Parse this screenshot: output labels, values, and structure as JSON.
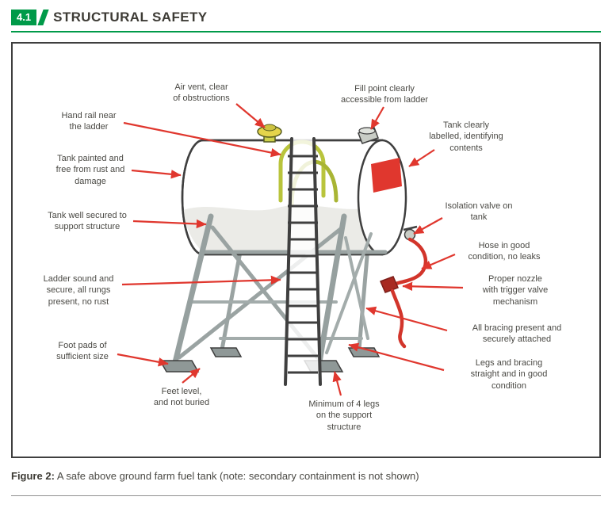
{
  "header": {
    "section_number": "4.1",
    "title": "STRUCTURAL SAFETY"
  },
  "colors": {
    "accent_green": "#009A49",
    "arrow_red": "#E0372E"
  },
  "diagram": {
    "labels": [
      "Air vent, clear\nof obstructions",
      "Fill point clearly\naccessible from ladder",
      "Hand rail near\nthe ladder",
      "Tank clearly\nlabelled, identifying\ncontents",
      "Tank painted and\nfree from rust and\ndamage",
      "Isolation valve on\ntank",
      "Tank well secured to\nsupport structure",
      "Hose in good\ncondition, no leaks",
      "Ladder sound and\nsecure, all rungs\npresent, no rust",
      "Proper nozzle\nwith trigger valve\nmechanism",
      "All bracing present and\nsecurely attached",
      "Foot pads of\nsufficient size",
      "Legs and bracing\nstraight and in good\ncondition",
      "Feet level,\nand not buried",
      "Minimum of 4 legs\non the support\nstructure"
    ]
  },
  "caption": {
    "label": "Figure 2:",
    "text": "A safe above ground farm fuel tank (note: secondary containment is not shown)"
  }
}
